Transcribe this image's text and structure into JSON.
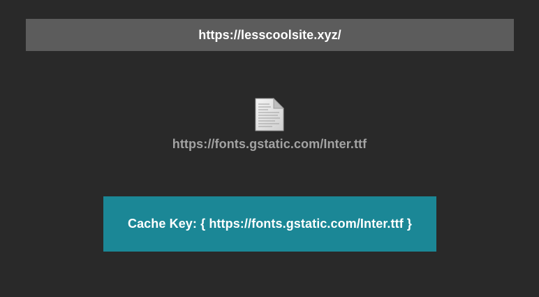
{
  "site": {
    "url": "https://lesscoolsite.xyz/"
  },
  "resource": {
    "icon": "document-file-icon",
    "url": "https://fonts.gstatic.com/Inter.ttf"
  },
  "cache_key": {
    "text": "Cache Key: { https://fonts.gstatic.com/Inter.ttf }"
  },
  "colors": {
    "background": "#292929",
    "site_bar": "#5c5c5c",
    "resource_text": "#a3a3a3",
    "cache_key_box": "#1b8796"
  }
}
